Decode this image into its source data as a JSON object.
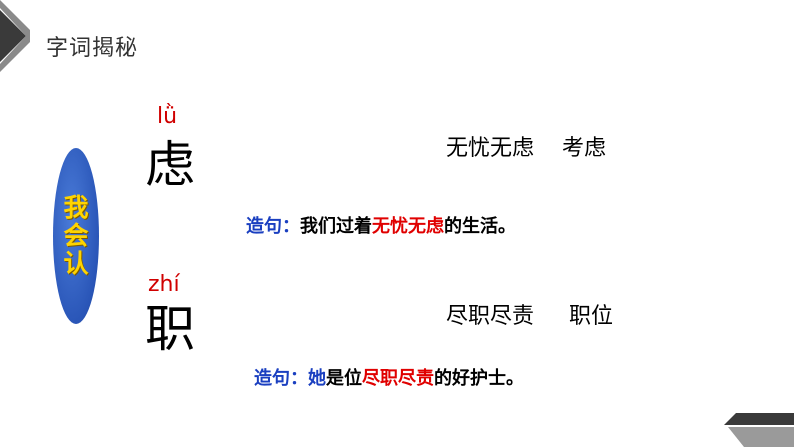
{
  "header": {
    "title": "字词揭秘"
  },
  "badge": {
    "chars": [
      "我",
      "会",
      "认"
    ]
  },
  "entries": [
    {
      "pinyin": "lǜ",
      "char": "虑",
      "words": "无忧无虑    考虑",
      "sentence": {
        "label": "造句：",
        "pre": "我们过着",
        "highlight_pre": "",
        "highlight": "无忧无虑",
        "post": "的生活。"
      }
    },
    {
      "pinyin": "zhí",
      "char": "职",
      "words": "尽职尽责     职位",
      "sentence": {
        "label": "造句：",
        "highlight_pre": "她",
        "pre": "是位",
        "highlight": "尽职尽责",
        "post": "的好护士。"
      }
    }
  ],
  "colors": {
    "accent_blue": "#1a3fc0",
    "accent_red": "#e00000",
    "badge_text": "#ffd400"
  }
}
